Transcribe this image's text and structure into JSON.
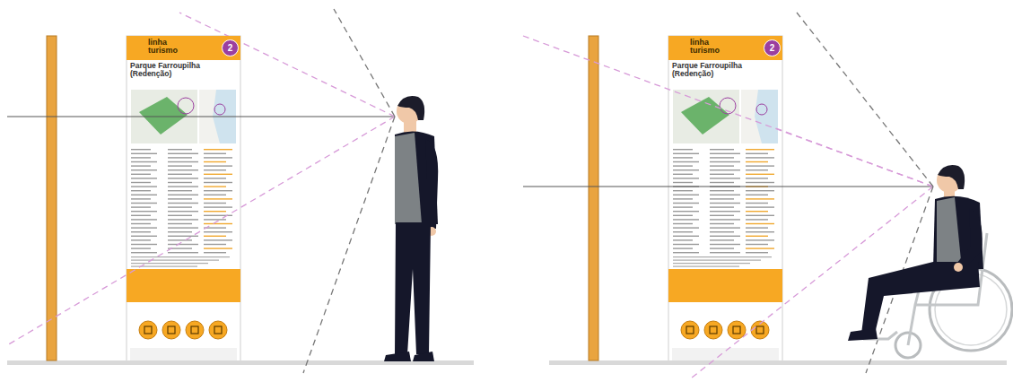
{
  "diagram": {
    "nodes": [
      {
        "text": [
          "Parque Farroupilha (Redenção)"
        ]
      },
      {
        "text": [
          "linha turismo"
        ],
        "in": 0
      },
      {
        "text": [
          "2"
        ],
        "in": 1
      },
      {
        "text": [
          "Parque Farroupilha (Redenção)"
        ]
      },
      {
        "text": [
          "linha turismo"
        ],
        "in": 3
      },
      {
        "text": [
          "2"
        ],
        "in": 4
      }
    ]
  }
}
